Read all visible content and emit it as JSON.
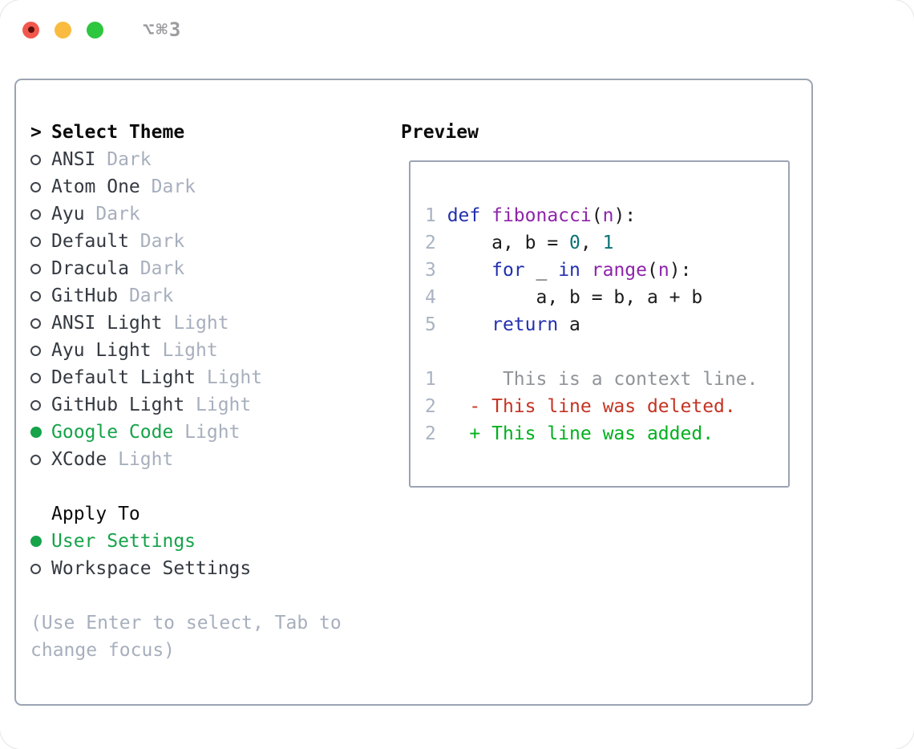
{
  "window": {
    "title": "⌥⌘3",
    "controls": [
      {
        "name": "close-button",
        "kind": "red"
      },
      {
        "name": "minimize-button",
        "kind": "yellow"
      },
      {
        "name": "zoom-button",
        "kind": "green"
      }
    ]
  },
  "theme_picker": {
    "cursor": ">",
    "header": "Select Theme",
    "items": [
      {
        "name": "ANSI",
        "tag": "Dark",
        "selected": false
      },
      {
        "name": "Atom One",
        "tag": "Dark",
        "selected": false
      },
      {
        "name": "Ayu",
        "tag": "Dark",
        "selected": false
      },
      {
        "name": "Default",
        "tag": "Dark",
        "selected": false
      },
      {
        "name": "Dracula",
        "tag": "Dark",
        "selected": false
      },
      {
        "name": "GitHub",
        "tag": "Dark",
        "selected": false
      },
      {
        "name": "ANSI Light",
        "tag": "Light",
        "selected": false
      },
      {
        "name": "Ayu Light",
        "tag": "Light",
        "selected": false
      },
      {
        "name": "Default Light",
        "tag": "Light",
        "selected": false
      },
      {
        "name": "GitHub Light",
        "tag": "Light",
        "selected": false
      },
      {
        "name": "Google Code",
        "tag": "Light",
        "selected": true
      },
      {
        "name": "XCode",
        "tag": "Light",
        "selected": false
      }
    ],
    "apply_to": {
      "header": "Apply To",
      "options": [
        {
          "name": "User Settings",
          "selected": true
        },
        {
          "name": "Workspace Settings",
          "selected": false
        }
      ]
    },
    "help": "(Use Enter to select, Tab to change focus)"
  },
  "preview": {
    "header": "Preview",
    "lines": [
      {
        "num": "1",
        "tokens": [
          [
            "def ",
            "kw"
          ],
          [
            "fibonacci",
            "fn"
          ],
          [
            "(",
            "plain"
          ],
          [
            "n",
            "fn"
          ],
          [
            "):",
            "plain"
          ]
        ]
      },
      {
        "num": "2",
        "tokens": [
          [
            "    a, b = ",
            "plain"
          ],
          [
            "0",
            "lit"
          ],
          [
            ", ",
            "plain"
          ],
          [
            "1",
            "lit"
          ]
        ]
      },
      {
        "num": "3",
        "tokens": [
          [
            "    ",
            "plain"
          ],
          [
            "for",
            "kw"
          ],
          [
            " _ ",
            "plain"
          ],
          [
            "in",
            "kw"
          ],
          [
            " ",
            "plain"
          ],
          [
            "range",
            "fn"
          ],
          [
            "(",
            "plain"
          ],
          [
            "n",
            "fn"
          ],
          [
            "):",
            "plain"
          ]
        ]
      },
      {
        "num": "4",
        "tokens": [
          [
            "        a, b = b, a + b",
            "plain"
          ]
        ]
      },
      {
        "num": "5",
        "tokens": [
          [
            "    ",
            "plain"
          ],
          [
            "return",
            "kw"
          ],
          [
            " a",
            "plain"
          ]
        ]
      },
      {
        "blank": true
      },
      {
        "num": "1",
        "tokens": [
          [
            "     This is a context line.",
            "ctx"
          ]
        ]
      },
      {
        "num": "2",
        "tokens": [
          [
            "  - This line was deleted.",
            "del"
          ]
        ]
      },
      {
        "num": "2",
        "tokens": [
          [
            "  + This line was added.",
            "add"
          ]
        ]
      }
    ]
  },
  "colors": {
    "accent_green": "#16a34a",
    "item_ink": "#343941",
    "muted_gray": "#a7afbd",
    "header_ink": "#0b0b0c",
    "border_gray": "#9ba4b2",
    "radio_outline": "#40454d",
    "gutter_gray": "#a9b3c2",
    "code_keyword_blue": "#222fb0",
    "code_function_purple": "#8e24aa",
    "code_literal_teal": "#0a7276",
    "code_ink": "#1c1c1c",
    "diff_context_gray": "#909499",
    "diff_deleted_red": "#c43322",
    "diff_added_green": "#00b01e",
    "title_gray": "#9c9ca0",
    "traffic_red": "#f2574d",
    "traffic_red_dot": "#5c0f0a",
    "traffic_yellow": "#f9bc41",
    "traffic_green": "#2dc63f"
  }
}
